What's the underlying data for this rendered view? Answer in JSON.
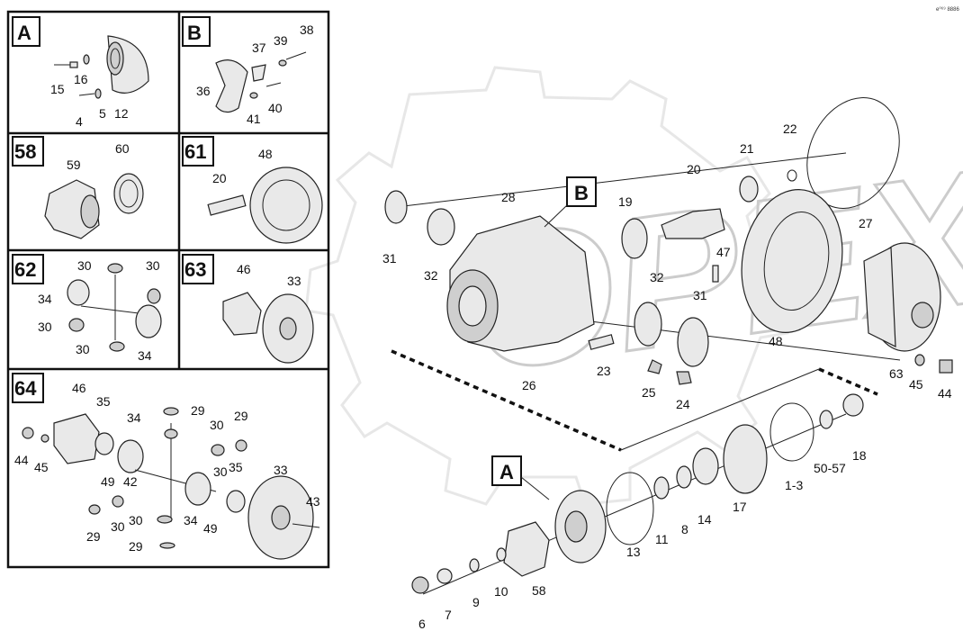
{
  "watermark": "OPEX",
  "corner_code": "e⁰⁶⁹ 8886",
  "inset_boxes": [
    {
      "letter": "A",
      "labels": [
        "15",
        "16",
        "4",
        "5",
        "12"
      ]
    },
    {
      "letter": "B",
      "labels": [
        "38",
        "37",
        "39",
        "36",
        "41",
        "40"
      ]
    },
    {
      "letter": "58",
      "labels": [
        "60",
        "59"
      ]
    },
    {
      "letter": "61",
      "labels": [
        "48",
        "20"
      ]
    },
    {
      "letter": "62",
      "labels": [
        "30",
        "30",
        "34",
        "30",
        "30",
        "34"
      ]
    },
    {
      "letter": "63",
      "labels": [
        "46",
        "33"
      ]
    },
    {
      "letter": "64",
      "labels": [
        "46",
        "35",
        "29",
        "44",
        "45",
        "34",
        "30",
        "29",
        "49",
        "42",
        "30",
        "35",
        "33",
        "43",
        "29",
        "30",
        "30",
        "34",
        "49",
        "29"
      ]
    }
  ],
  "callouts": {
    "a": "A",
    "b": "B"
  },
  "main_labels": [
    "22",
    "21",
    "20",
    "27",
    "28",
    "19",
    "31",
    "32",
    "47",
    "32",
    "31",
    "48",
    "63",
    "45",
    "44",
    "26",
    "23",
    "25",
    "24",
    "18",
    "50-57",
    "17",
    "1-3",
    "14",
    "8",
    "11",
    "13",
    "58",
    "10",
    "9",
    "7",
    "6"
  ]
}
